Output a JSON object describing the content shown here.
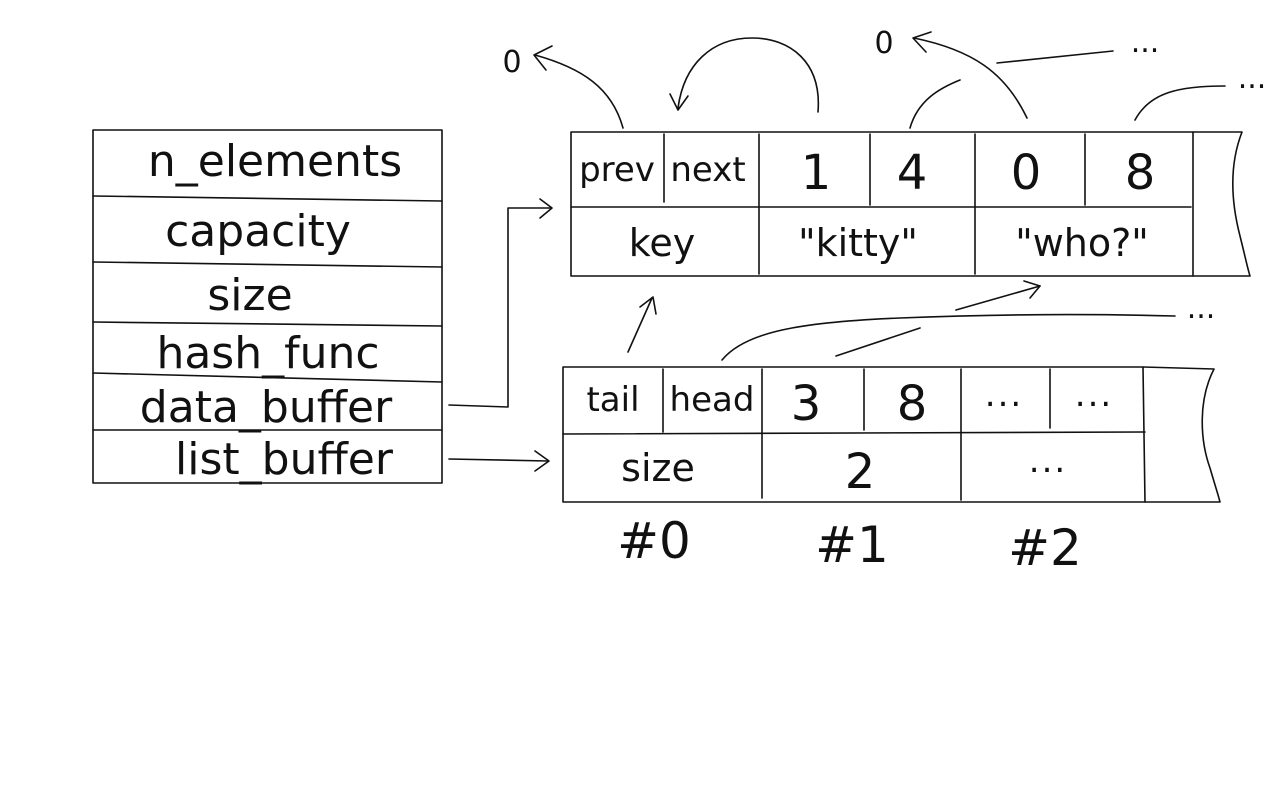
{
  "struct": {
    "fields": [
      "n_elements",
      "capacity",
      "size",
      "hash_func",
      "data_buffer",
      "list_buffer"
    ]
  },
  "data_buffer": {
    "header_top": [
      "prev",
      "next"
    ],
    "keys": [
      "1",
      "4",
      "0",
      "8"
    ],
    "header_bottom": "key",
    "values": [
      "\"kitty\"",
      "\"who?\""
    ]
  },
  "list_buffer": {
    "header_top": [
      "tail",
      "head"
    ],
    "cells": [
      "3",
      "8",
      "...",
      "..."
    ],
    "header_bottom": "size",
    "sizes": [
      "2",
      "..."
    ],
    "indices": [
      "#0",
      "#1",
      "#2"
    ]
  },
  "annotations": {
    "null_left": "0",
    "null_right": "0",
    "trail_1": "...",
    "trail_2": "...",
    "trail_3": "..."
  }
}
